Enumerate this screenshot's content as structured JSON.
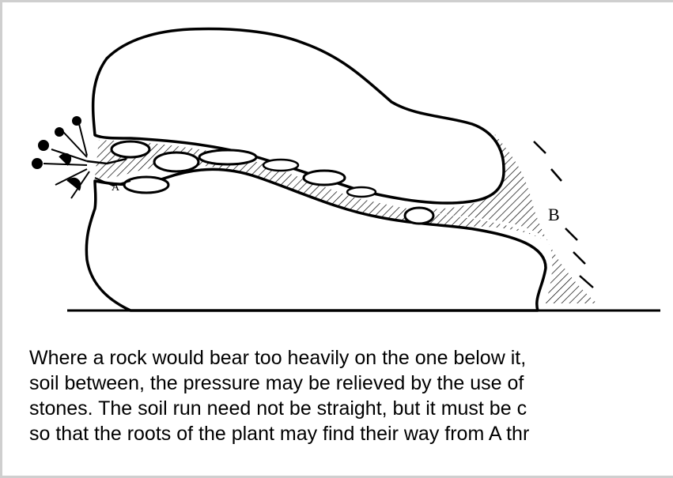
{
  "figure": {
    "labels": {
      "a": "A",
      "b": "B"
    }
  },
  "caption": {
    "lines": [
      "Where a rock would bear too heavily on the one below it,",
      "soil between, the pressure may be relieved by the use of",
      "stones. The soil run need not be straight, but it must be c",
      "so that the roots of the plant may find their way from A thr"
    ]
  }
}
